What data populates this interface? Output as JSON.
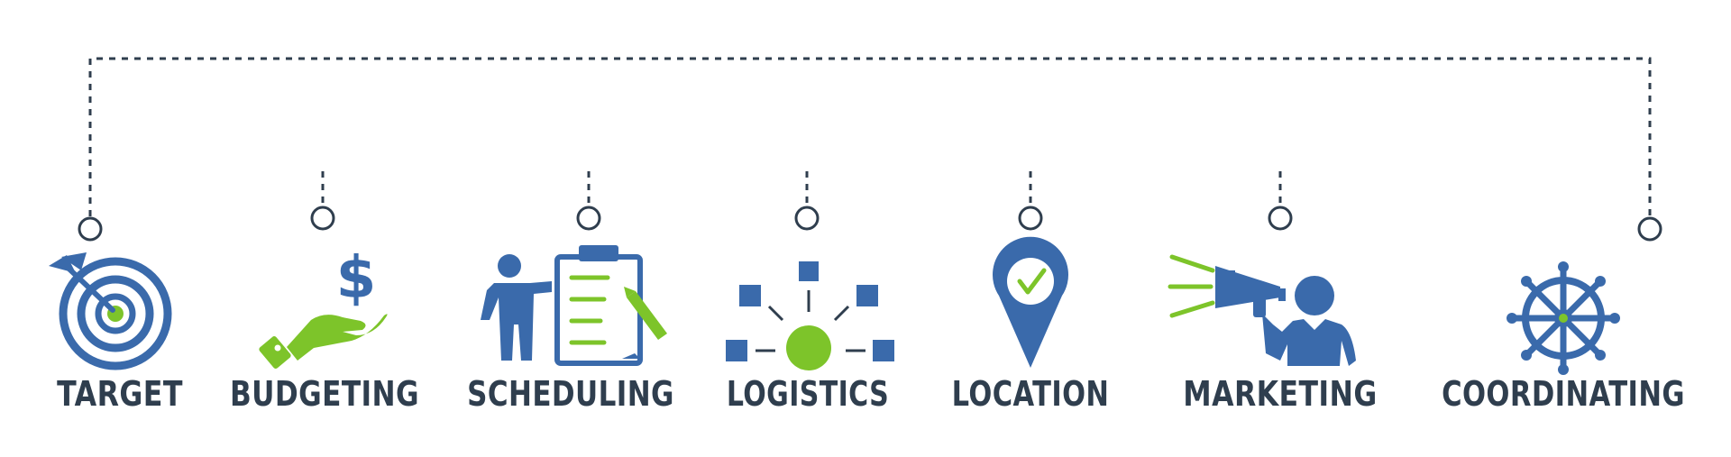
{
  "colors": {
    "blue": "#3a6aab",
    "green": "#7dc42a",
    "dark": "#2f3e4e",
    "line": "#2f3e4e"
  },
  "items": [
    {
      "label": "TARGET",
      "icon": "target-arrow-icon"
    },
    {
      "label": "BUDGETING",
      "icon": "hand-dollar-icon"
    },
    {
      "label": "SCHEDULING",
      "icon": "person-clipboard-icon"
    },
    {
      "label": "LOGISTICS",
      "icon": "network-nodes-icon"
    },
    {
      "label": "LOCATION",
      "icon": "map-pin-check-icon"
    },
    {
      "label": "MARKETING",
      "icon": "person-megaphone-icon"
    },
    {
      "label": "COORDINATING",
      "icon": "ship-wheel-icon"
    }
  ]
}
